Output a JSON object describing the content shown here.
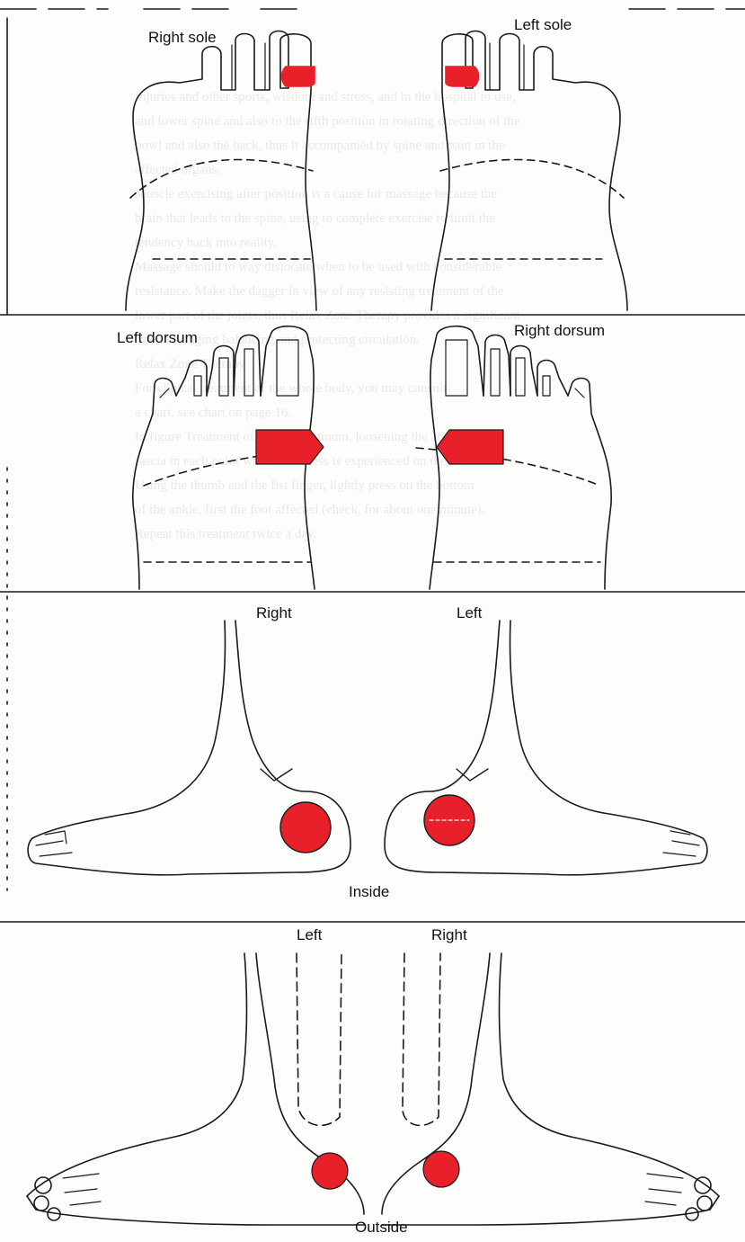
{
  "panels": {
    "sole": {
      "right_label": "Right sole",
      "left_label": "Left sole"
    },
    "dorsum": {
      "left_label": "Left dorsum",
      "right_label": "Right dorsum"
    },
    "inside": {
      "right_label": "Right",
      "left_label": "Left",
      "caption": "Inside"
    },
    "outside": {
      "left_label": "Left",
      "right_label": "Right",
      "caption": "Outside"
    }
  },
  "bleed_through_text": [
    "Injuries and other sports, wisdom and stress, and in the hospital to use,",
    "and lower spine and also to the fifth position in rotating direction of the",
    "bowl and also the back, thus it accompanied by spine and pain in the",
    "affected organs.",
    "Muscle exercising after position is a cause for massage because the",
    "brain that leads to the spine, using to complete exercise to limit the",
    "tendency back into reality.",
    "Massage should to way dislocate when to be used with considerable",
    "resistance. Make the dagger in view of any resisting treatment of the",
    "lower part of the joints, thus Relax Zone Therapy provides a significant",
    "role in bringing balancing and protecting circulation.",
    "Relax Zone Therapy",
    "For clinical treatment of the whole body, you may consult",
    "a chart, see chart on page 16.",
    "In figure Treatment of the Mediastinum, loosening the adjacent",
    "fascia in each point where the stress is experienced on the little toe.",
    "Using the thumb and the fist finger, lightly press on the bottom",
    "of the ankle, first the foot affected (check, for about one minute).",
    "Repeat this treatment twice a day."
  ],
  "colors": {
    "point": "#e8202a",
    "line": "#1a1a1a",
    "paper": "#fdfdfb"
  }
}
